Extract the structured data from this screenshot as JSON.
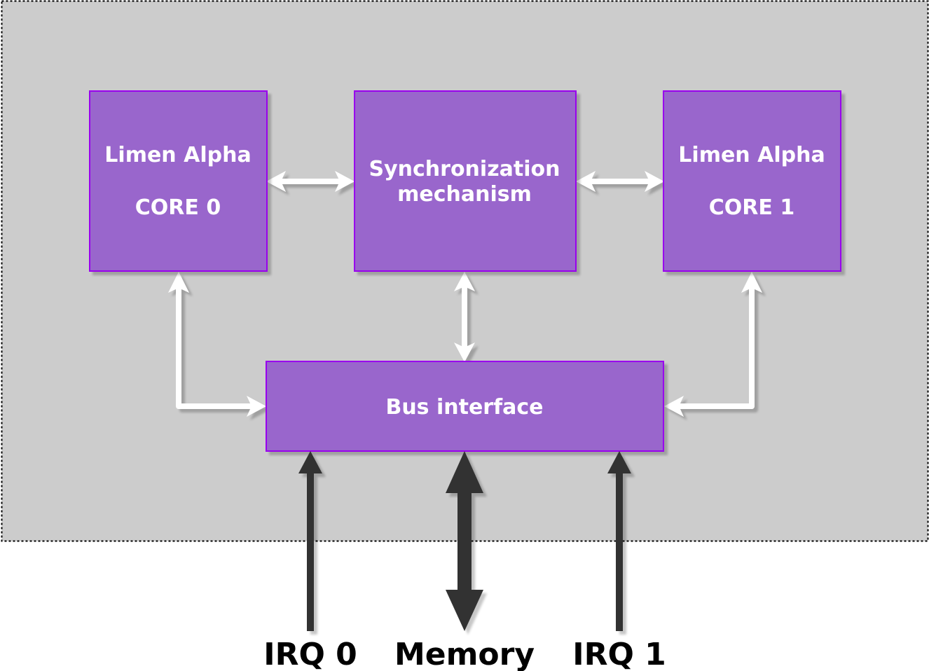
{
  "diagram": {
    "blocks": {
      "core0": {
        "line1": "Limen Alpha",
        "line2": "CORE 0"
      },
      "sync": {
        "line1": "Synchronization",
        "line2": "mechanism"
      },
      "core1": {
        "line1": "Limen Alpha",
        "line2": "CORE 1"
      },
      "bus": {
        "label": "Bus interface"
      }
    },
    "external": {
      "irq0": "IRQ 0",
      "memory": "Memory",
      "irq1": "IRQ 1"
    },
    "colors": {
      "block_fill": "#9966cc",
      "block_border": "#9900ee",
      "boundary_fill": "#cccccc",
      "internal_arrow": "#ffffff",
      "external_arrow": "#333333"
    }
  }
}
